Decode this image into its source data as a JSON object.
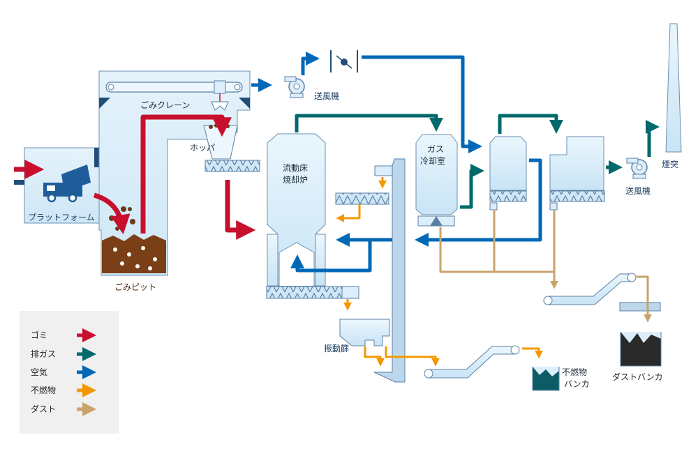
{
  "labels": {
    "platform": "プラットフォーム",
    "crane": "ごみクレーン",
    "hopper": "ホッパ",
    "pit": "ごみピット",
    "incinerator_l1": "流動床",
    "incinerator_l2": "焼却炉",
    "gas_cooler_l1": "ガス",
    "gas_cooler_l2": "冷却室",
    "fan_top": "送風機",
    "fan_right": "送風機",
    "chimney": "煙突",
    "vibrating_sieve": "振動篩",
    "incombustible_l1": "不燃物",
    "incombustible_l2": "バンカ",
    "dust_bunker": "ダストバンカ"
  },
  "legend": {
    "items": [
      {
        "label": "ゴミ",
        "color": "#c8102e"
      },
      {
        "label": "排ガス",
        "color": "#00696b"
      },
      {
        "label": "空気",
        "color": "#0068b7"
      },
      {
        "label": "不燃物",
        "color": "#f39800"
      },
      {
        "label": "ダスト",
        "color": "#c9a36b"
      }
    ]
  },
  "colors": {
    "waste": "#c8102e",
    "exhaust": "#00696b",
    "air": "#0068b7",
    "incombustible": "#f39800",
    "dust": "#c9a36b",
    "equipment_fill": "#dceefa",
    "equipment_stroke": "#6b8fb3"
  }
}
